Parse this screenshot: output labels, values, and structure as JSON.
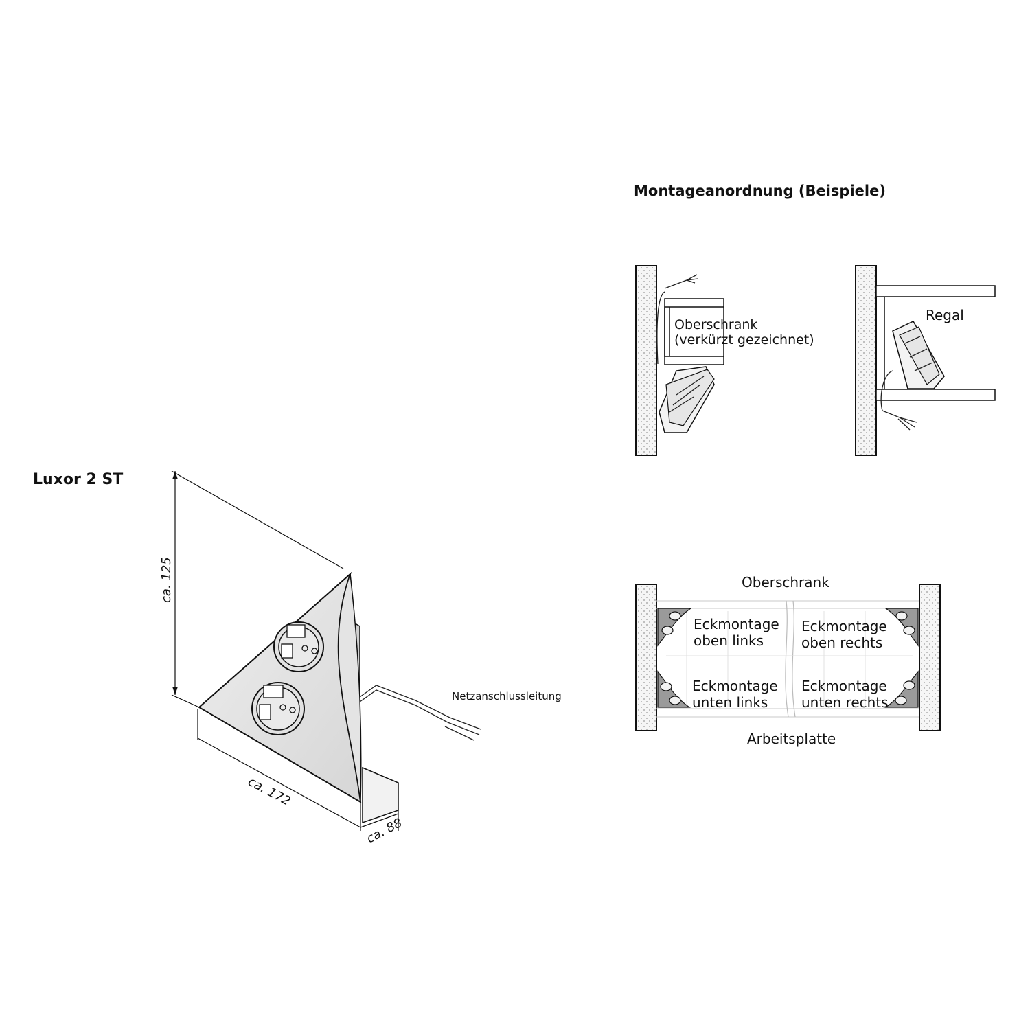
{
  "product": {
    "name": "Luxor 2 ST"
  },
  "dimensions": {
    "height": "ca. 125",
    "width": "ca. 172",
    "depth": "ca. 88"
  },
  "cable_label": "Netzanschlussleitung",
  "mounting": {
    "title": "Montageanordnung (Beispiele)",
    "cabinet_example": {
      "line1": "Oberschrank",
      "line2": "(verkürzt gezeichnet)"
    },
    "shelf_example": {
      "label": "Regal"
    },
    "corner_diagram": {
      "top_label": "Oberschrank",
      "bottom_label": "Arbeitsplatte",
      "top_left": {
        "line1": "Eckmontage",
        "line2": "oben links"
      },
      "top_right": {
        "line1": "Eckmontage",
        "line2": "oben rechts"
      },
      "bottom_left": {
        "line1": "Eckmontage",
        "line2": "unten links"
      },
      "bottom_right": {
        "line1": "Eckmontage",
        "line2": "unten rechts"
      }
    }
  }
}
